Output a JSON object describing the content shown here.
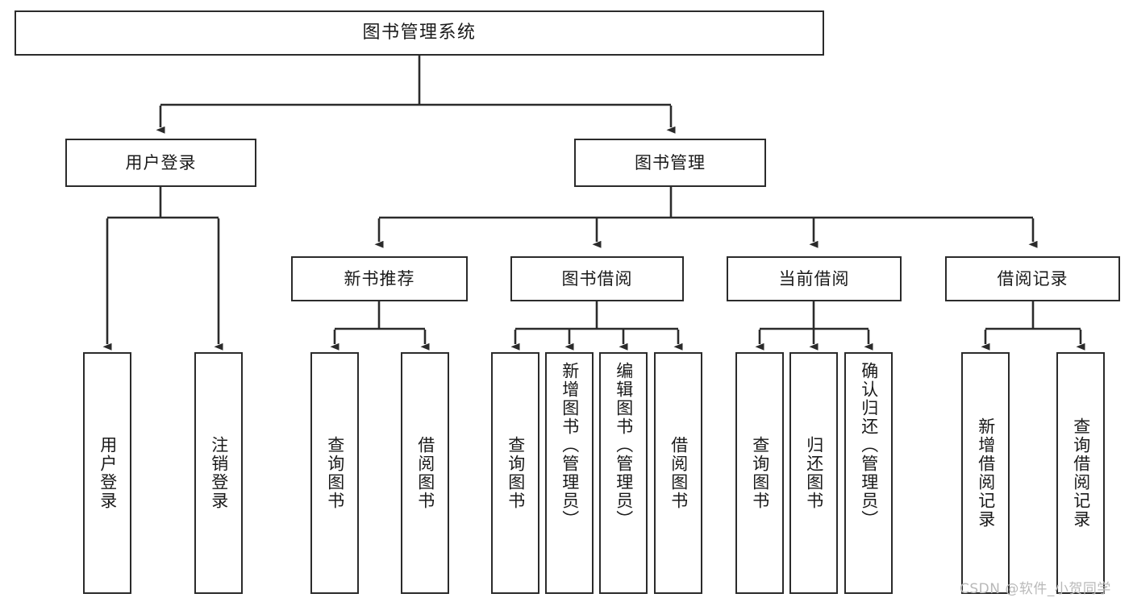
{
  "diagram": {
    "title": "图书管理系统",
    "type": "tree-hierarchy",
    "watermark": "CSDN @软件_小贺同学",
    "colors": {
      "box_border": "#2b2b2b",
      "box_fill": "#ffffff",
      "edge": "#2b2b2b",
      "text": "#1a1a1a",
      "watermark": "#b9b9b9",
      "background": "#ffffff"
    },
    "nodes": {
      "root": {
        "label": "图书管理系统"
      },
      "level1": [
        {
          "id": "user-login",
          "label": "用户登录"
        },
        {
          "id": "book-manage",
          "label": "图书管理"
        }
      ],
      "level2": [
        {
          "id": "new-book-recommend",
          "label": "新书推荐"
        },
        {
          "id": "book-borrow",
          "label": "图书借阅"
        },
        {
          "id": "current-borrow",
          "label": "当前借阅"
        },
        {
          "id": "borrow-record",
          "label": "借阅记录"
        }
      ],
      "leaves": {
        "user_login": [
          {
            "id": "leaf-user-login",
            "label": "用户登录"
          },
          {
            "id": "leaf-logout-login",
            "label": "注销登录"
          }
        ],
        "new_book_recommend": [
          {
            "id": "leaf-query-book-1",
            "label": "查询图书"
          },
          {
            "id": "leaf-borrow-book-1",
            "label": "借阅图书"
          }
        ],
        "book_borrow": [
          {
            "id": "leaf-query-book-2",
            "label": "查询图书"
          },
          {
            "id": "leaf-add-book",
            "label": "新增图书（管理员）"
          },
          {
            "id": "leaf-edit-book",
            "label": "编辑图书（管理员）"
          },
          {
            "id": "leaf-borrow-book-2",
            "label": "借阅图书"
          }
        ],
        "current_borrow": [
          {
            "id": "leaf-query-book-3",
            "label": "查询图书"
          },
          {
            "id": "leaf-return-book",
            "label": "归还图书"
          },
          {
            "id": "leaf-confirm-return",
            "label": "确认归还（管理员）"
          }
        ],
        "borrow_record": [
          {
            "id": "leaf-add-record",
            "label": "新增借阅记录"
          },
          {
            "id": "leaf-query-record",
            "label": "查询借阅记录"
          }
        ]
      }
    }
  }
}
